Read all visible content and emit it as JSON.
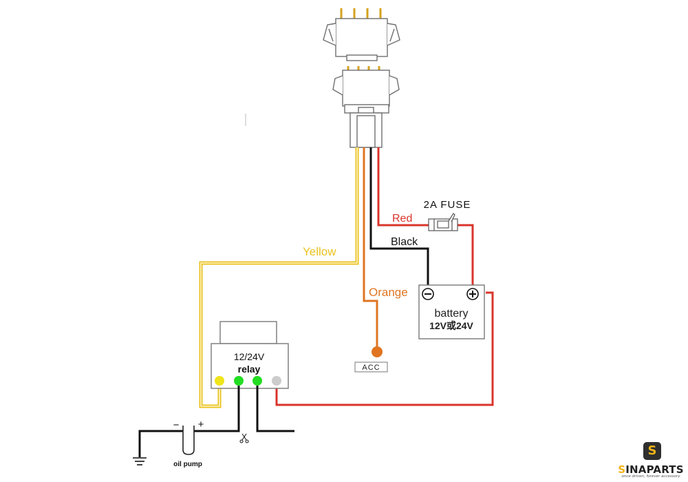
{
  "fuse": {
    "label": "2A FUSE"
  },
  "wires": {
    "red": "Red",
    "black": "Black",
    "orange": "Orange",
    "yellow": "Yellow"
  },
  "battery": {
    "minus": "−",
    "plus": "+",
    "name": "battery",
    "voltage": "12V或24V"
  },
  "acc": {
    "label": "ACC"
  },
  "relay": {
    "voltage": "12/24V",
    "name": "relay"
  },
  "pump": {
    "minus": "−",
    "plus": "+",
    "name": "oil pump"
  },
  "brand": {
    "name_first": "S",
    "name_rest": "INAPARTS",
    "tagline": "once driven, forever accessory",
    "badge": "S"
  },
  "colors": {
    "red_wire": "#d9342b",
    "black_wire": "#111111",
    "orange_wire": "#e07420",
    "yellow_wire": "#e9c21f",
    "relay_yellow": "#f0e41a",
    "relay_green": "#22dd22",
    "relay_grey": "#cccccc",
    "brand_gold": "#f2b418"
  }
}
